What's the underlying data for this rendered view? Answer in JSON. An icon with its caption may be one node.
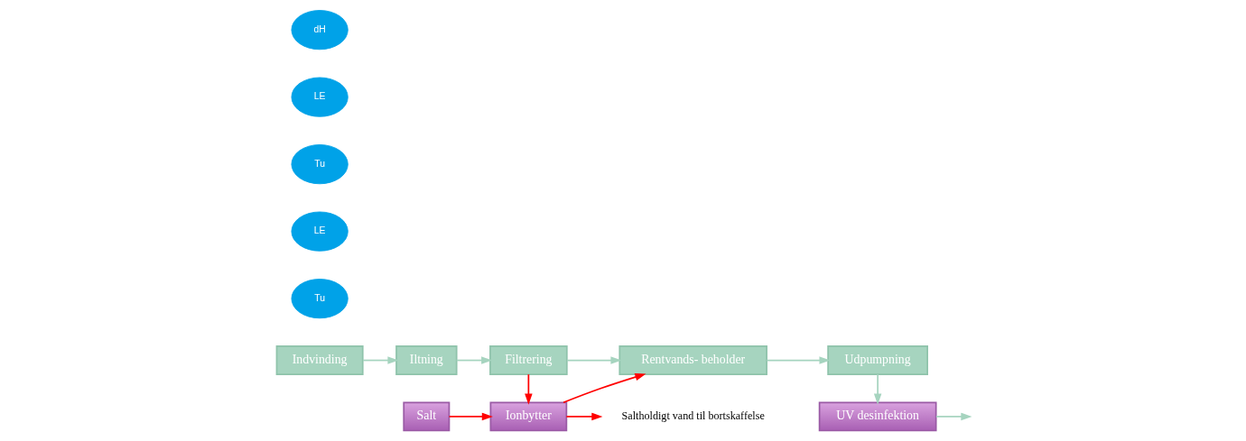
{
  "diagram": {
    "nodes": [
      {
        "text": [
          "Indvinding"
        ]
      },
      {
        "text": [
          "Iltning"
        ]
      },
      {
        "text": [
          "Filtrering"
        ]
      },
      {
        "text": [
          "Rentvands- beholder"
        ]
      },
      {
        "text": [
          "Udpumpning"
        ]
      },
      {
        "text": [
          "Tu"
        ]
      },
      {
        "text": [
          "LE"
        ]
      },
      {
        "text": [
          "Salt"
        ]
      },
      {
        "text": [
          "Ionbytter"
        ]
      },
      {
        "text": [
          "Tu"
        ]
      },
      {
        "text": [
          "LE"
        ]
      },
      {
        "text": [
          "dH"
        ]
      },
      {
        "text": [
          "UV desinfektion"
        ]
      },
      {
        "text": [
          "Saltholdigt vand til bortskaffelse"
        ]
      }
    ],
    "edges": [
      {
        "from": 0,
        "to": 1,
        "arrow": "to"
      },
      {
        "from": 1,
        "to": 2,
        "arrow": "to"
      },
      {
        "from": 2,
        "to": 3,
        "arrow": "to"
      },
      {
        "from": 3,
        "to": 4,
        "arrow": "to"
      },
      {
        "from": 2,
        "to": 8,
        "arrow": "to",
        "color": "#ff0000"
      },
      {
        "from": 7,
        "to": 8,
        "arrow": "to",
        "color": "#ff0000"
      },
      {
        "from": 8,
        "to": 3,
        "arrow": "to",
        "color": "#ff0000"
      },
      {
        "from": 8,
        "to": 13,
        "arrow": "to",
        "color": "#ff0000"
      },
      {
        "from": 4,
        "to": 12,
        "arrow": "to"
      },
      {
        "from": 12,
        "to": null,
        "arrow": "to"
      }
    ]
  }
}
